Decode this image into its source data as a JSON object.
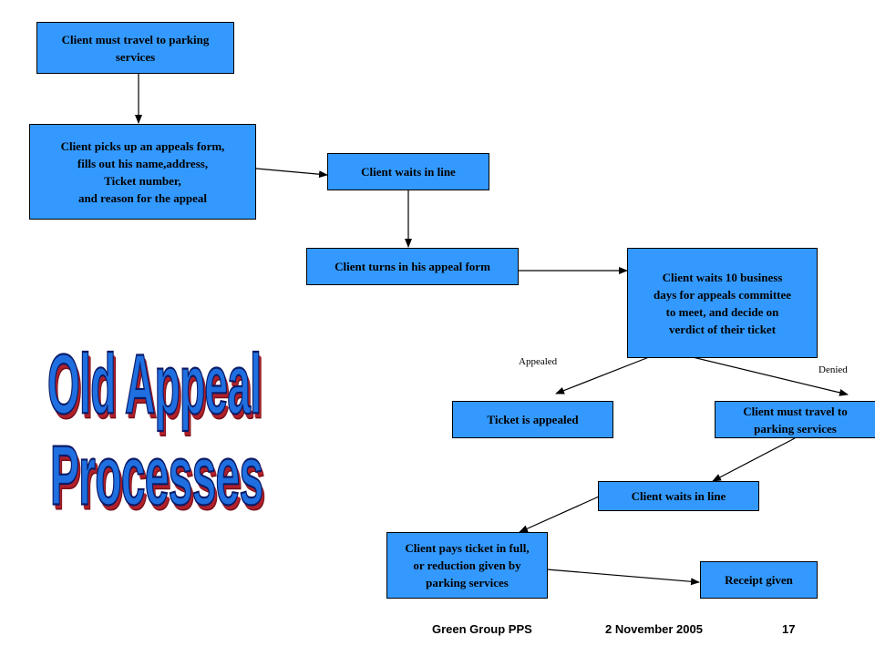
{
  "boxes": {
    "travel": "Client must travel to parking\nservices",
    "pickup": "Client picks up an appeals form,\nfills out his name,address,\nTicket number,\nand reason for the appeal",
    "wait1": "Client waits in line",
    "turnin": "Client turns in his appeal form",
    "wait10": "Client waits 10 business\ndays for appeals committee\nto meet, and decide on\nverdict of their ticket",
    "appealed": "Ticket is appealed",
    "travel2": "Client must travel to\nparking services",
    "wait2": "Client waits in line",
    "pays": "Client pays ticket in full,\nor reduction given by\nparking services",
    "receipt": "Receipt given"
  },
  "labels": {
    "appealed": "Appealed",
    "denied": "Denied"
  },
  "wordart": {
    "line1": "Old Appeal",
    "line2": "Processes"
  },
  "footer": {
    "group": "Green Group   PPS",
    "date": "2 November 2005",
    "page": "17"
  },
  "colors": {
    "box_fill": "#3399ff",
    "wordart_fill": "#1f6fe0",
    "wordart_shadow": "#b0202a"
  }
}
